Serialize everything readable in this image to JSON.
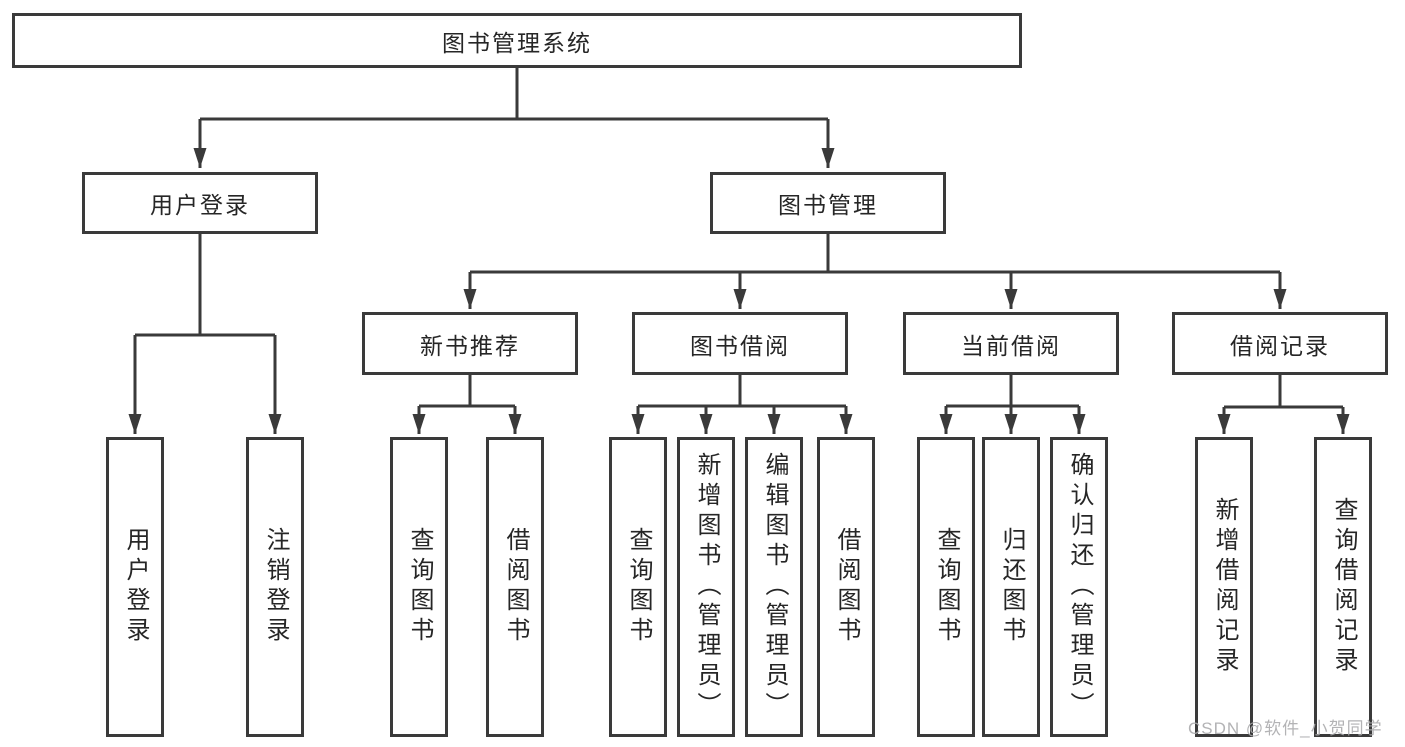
{
  "diagram": {
    "root": "图书管理系统",
    "level2": {
      "user_login": "用户登录",
      "book_management": "图书管理"
    },
    "user_login_children": {
      "login": "用户登录",
      "logout": "注销登录"
    },
    "book_management_children": {
      "new_book_recommend": "新书推荐",
      "book_borrow": "图书借阅",
      "current_borrow": "当前借阅",
      "borrow_records": "借阅记录"
    },
    "new_book_recommend_children": {
      "query_books": "查询图书",
      "borrow_books": "借阅图书"
    },
    "book_borrow_children": {
      "query_books": "查询图书",
      "add_books_admin": "新增图书（管理员）",
      "edit_books_admin": "编辑图书（管理员）",
      "borrow_books": "借阅图书"
    },
    "current_borrow_children": {
      "query_books": "查询图书",
      "return_books": "归还图书",
      "confirm_return_admin": "确认归还（管理员）"
    },
    "borrow_records_children": {
      "add_borrow_record": "新增借阅记录",
      "query_borrow_record": "查询借阅记录"
    }
  },
  "watermark": "CSDN @软件_小贺同学",
  "colors": {
    "line": "#3a3a3a",
    "text": "#262626",
    "watermark": "#ababad",
    "background": "#ffffff"
  }
}
